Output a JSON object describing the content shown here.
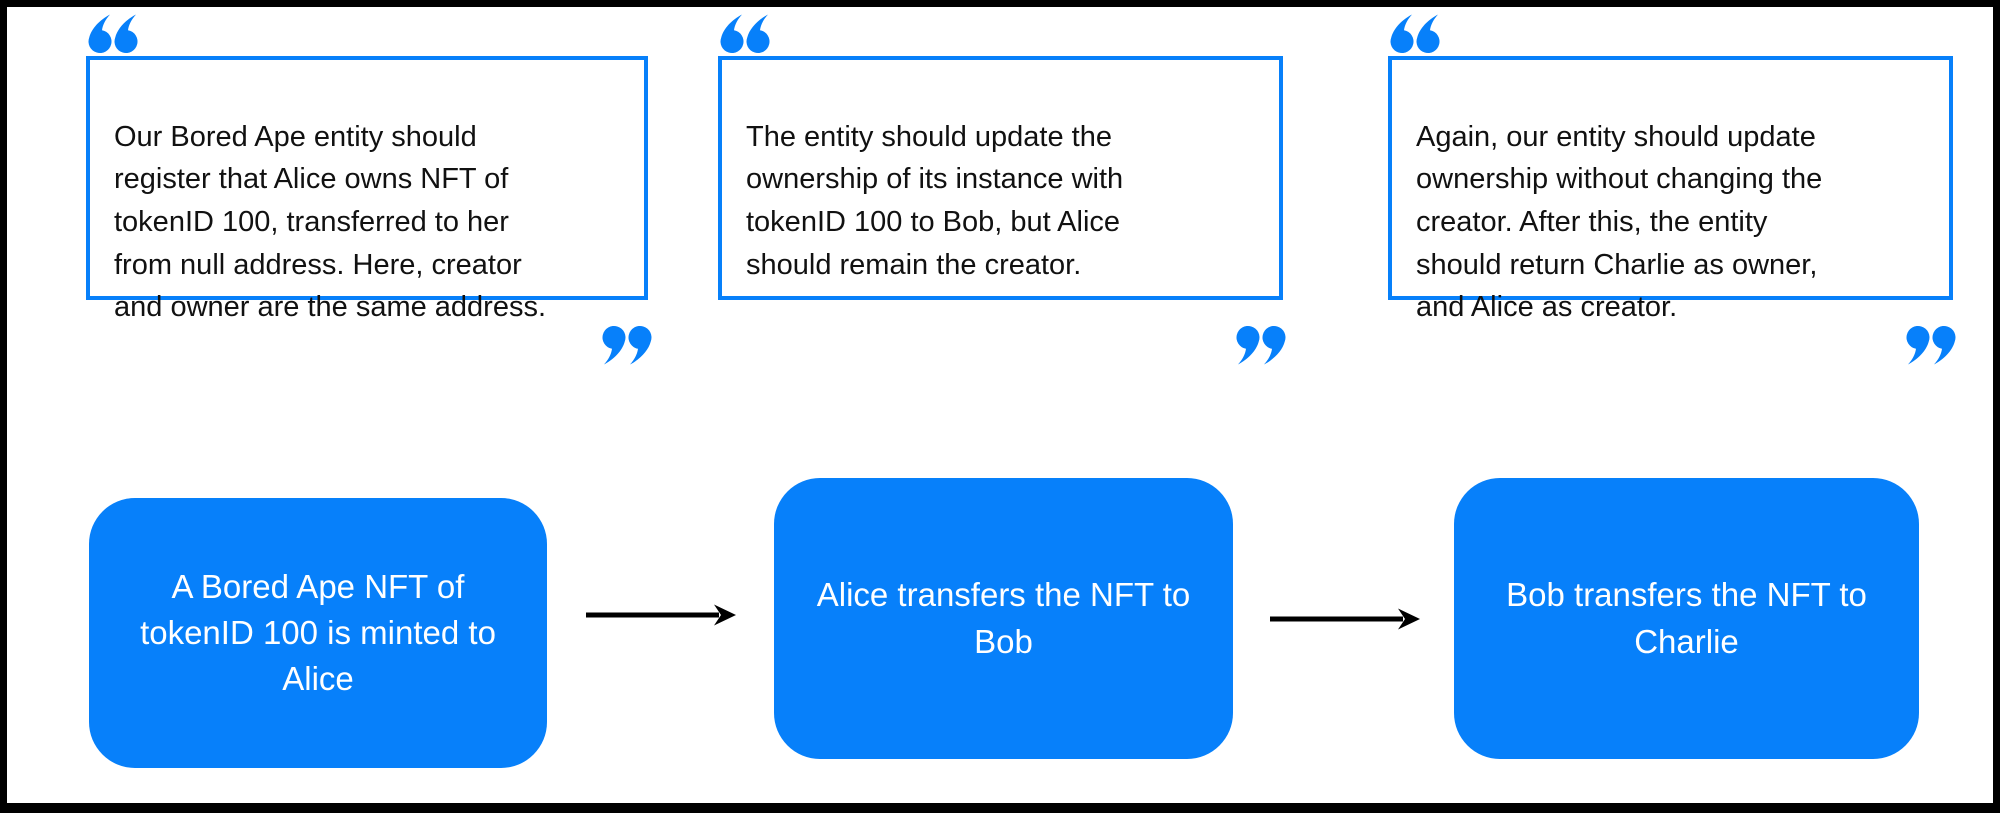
{
  "colors": {
    "accent_blue": "#0780FA",
    "arrow_black": "#000000",
    "quote_text": "#111111",
    "step_text": "#ffffff",
    "frame_border": "#000000",
    "background": "#ffffff"
  },
  "quotes": [
    {
      "text": "Our Bored Ape entity should\nregister that Alice owns NFT of\ntokenID 100, transferred to her\nfrom null address. Here, creator\nand owner are the same address."
    },
    {
      "text": "The entity should update the\nownership of its instance with\ntokenID 100 to Bob, but Alice\nshould remain the creator."
    },
    {
      "text": "Again, our entity should update\nownership without changing the\ncreator. After this, the entity\nshould return Charlie as owner,\nand Alice as creator."
    }
  ],
  "steps": [
    {
      "label": "A Bored Ape NFT of\ntokenID 100 is minted to\nAlice"
    },
    {
      "label": "Alice transfers the NFT to\nBob"
    },
    {
      "label": "Bob transfers the NFT to\nCharlie"
    }
  ],
  "icons": {
    "opening_quote": "opening-double-quote",
    "closing_quote": "closing-double-quote",
    "arrow": "right-arrow"
  }
}
